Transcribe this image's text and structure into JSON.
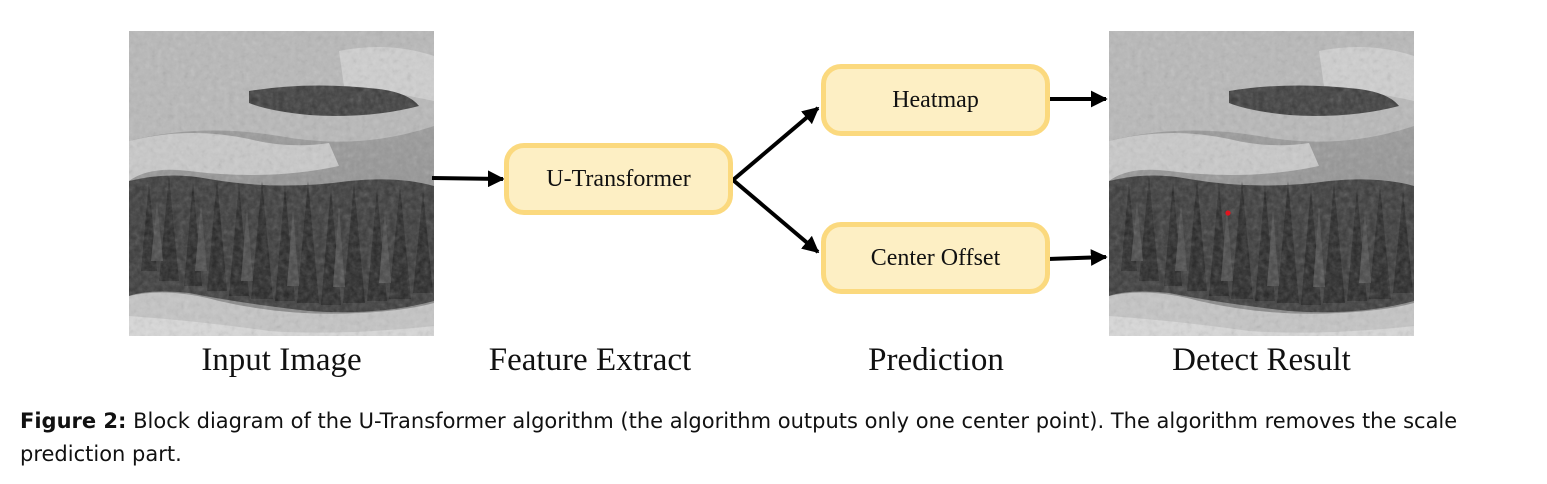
{
  "stages": {
    "input": "Input Image",
    "feature": "Feature Extract",
    "prediction": "Prediction",
    "result": "Detect Result"
  },
  "blocks": {
    "backbone": "U-Transformer",
    "heatmap": "Heatmap",
    "offset": "Center Offset"
  },
  "caption": {
    "label": "Figure 2:",
    "text": "Block diagram of the U-Transformer algorithm (the algorithm outputs only one center point). The algorithm removes the scale prediction part."
  },
  "colors": {
    "block_fill": "#fdefc4",
    "block_border": "#fbd97e",
    "arrow": "#000000",
    "detection_point": "#e0141e"
  }
}
